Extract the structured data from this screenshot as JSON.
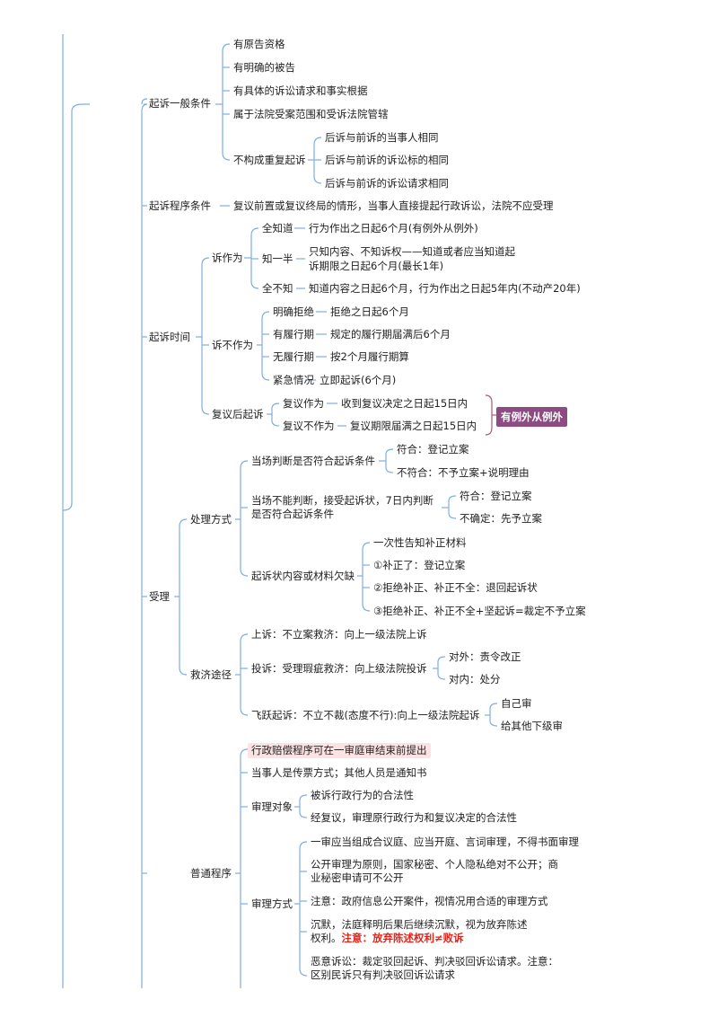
{
  "nodes": {
    "c1": "起诉一般条件",
    "c1a": "有原告资格",
    "c1b": "有明确的被告",
    "c1c": "有具体的诉讼请求和事实根据",
    "c1d": "属于法院受案范围和受诉法院管辖",
    "c1e": "不构成重复起诉",
    "c1e1": "后诉与前诉的当事人相同",
    "c1e2": "后诉与前诉的诉讼标的相同",
    "c1e3": "后诉与前诉的诉讼请求相同",
    "c2": "起诉程序条件",
    "c2a": "复议前置或复议终局的情形，当事人直接提起行政诉讼，法院不应受理",
    "c3": "起诉时间",
    "c3a": "诉作为",
    "c3a1": "全知道",
    "c3a1x": "行为作出之日起6个月(有例外从例外)",
    "c3a2": "知一半",
    "c3a2x1": "只知内容、不知诉权——知道或者应当知道起",
    "c3a2x2": "诉期限之日起6个月(最长1年)",
    "c3a3": "全不知",
    "c3a3x": "知道内容之日起6个月，行为作出之日起5年内(不动产20年)",
    "c3b": "诉不作为",
    "c3b1": "明确拒绝",
    "c3b1x": "拒绝之日起6个月",
    "c3b2": "有履行期",
    "c3b2x": "规定的履行期届满后6个月",
    "c3b3": "无履行期",
    "c3b3x": "按2个月履行期算",
    "c3b4": "紧急情况",
    "c3b4x": "立即起诉(6个月)",
    "c3c": "复议后起诉",
    "c3c1": "复议作为",
    "c3c1x": "收到复议决定之日起15日内",
    "c3c2": "复议不作为",
    "c3c2x": "复议期限届满之日起15日内",
    "c3badge": "有例外从例外",
    "c4": "受理",
    "c4a": "处理方式",
    "c4a1": "当场判断是否符合起诉条件",
    "c4a1a": "符合：登记立案",
    "c4a1b": "不符合：不予立案+说明理由",
    "c4a2l1": "当场不能判断，接受起诉状，7日内判断",
    "c4a2l2": "是否符合起诉条件",
    "c4a2a": "符合：登记立案",
    "c4a2b": "不确定：先予立案",
    "c4a3": "起诉状内容或材料欠缺",
    "c4a3a": "一次性告知补正材料",
    "c4a3b": "①补正了：登记立案",
    "c4a3c": "②拒绝补正、补正不全：退回起诉状",
    "c4a3d": "③拒绝补正、补正不全+坚起诉=裁定不予立案",
    "c4b": "救济途径",
    "c4b1": "上诉：不立案救济：向上一级法院上诉",
    "c4b2": "投诉：受理瑕疵救济：向上级法院投诉",
    "c4b2a": "对外：责令改正",
    "c4b2b": "对内：处分",
    "c4b3": "飞跃起诉：不立不裁(态度不行):向上一级法院起诉",
    "c4b3a": "自己审",
    "c4b3b": "给其他下级审",
    "c5": "普通程序",
    "c5a": "行政赔偿程序可在一审庭审结束前提出",
    "c5b": "当事人是传票方式；其他人员是通知书",
    "c5c": "审理对象",
    "c5c1": "被诉行政行为的合法性",
    "c5c2": "经复议，审理原行政行为和复议决定的合法性",
    "c5d": "审理方式",
    "c5d1": "一审应当组成合议庭、应当开庭、言词审理，不得书面审理",
    "c5d2l1": "公开审理为原则，国家秘密、个人隐私绝对不公开；商",
    "c5d2l2": "业秘密申请可不公开",
    "c5d3": "注意：政府信息公开案件，视情况用合适的审理方式",
    "c5d4l1": "沉默，法庭释明后果后继续沉默，视为放弃陈述",
    "c5d4l2": "权利。",
    "c5d4red": "注意：放弃陈述权利≠败诉",
    "c5d5l1": "恶意诉讼：裁定驳回起诉、判决驳回诉讼请求。注意：",
    "c5d5l2": "区别民诉只有判决驳回诉讼请求"
  },
  "colors": {
    "line": "#7eaee0",
    "badge": "#8e4a82",
    "highlight": "#fbe3e4",
    "warning": "#e2231a"
  }
}
